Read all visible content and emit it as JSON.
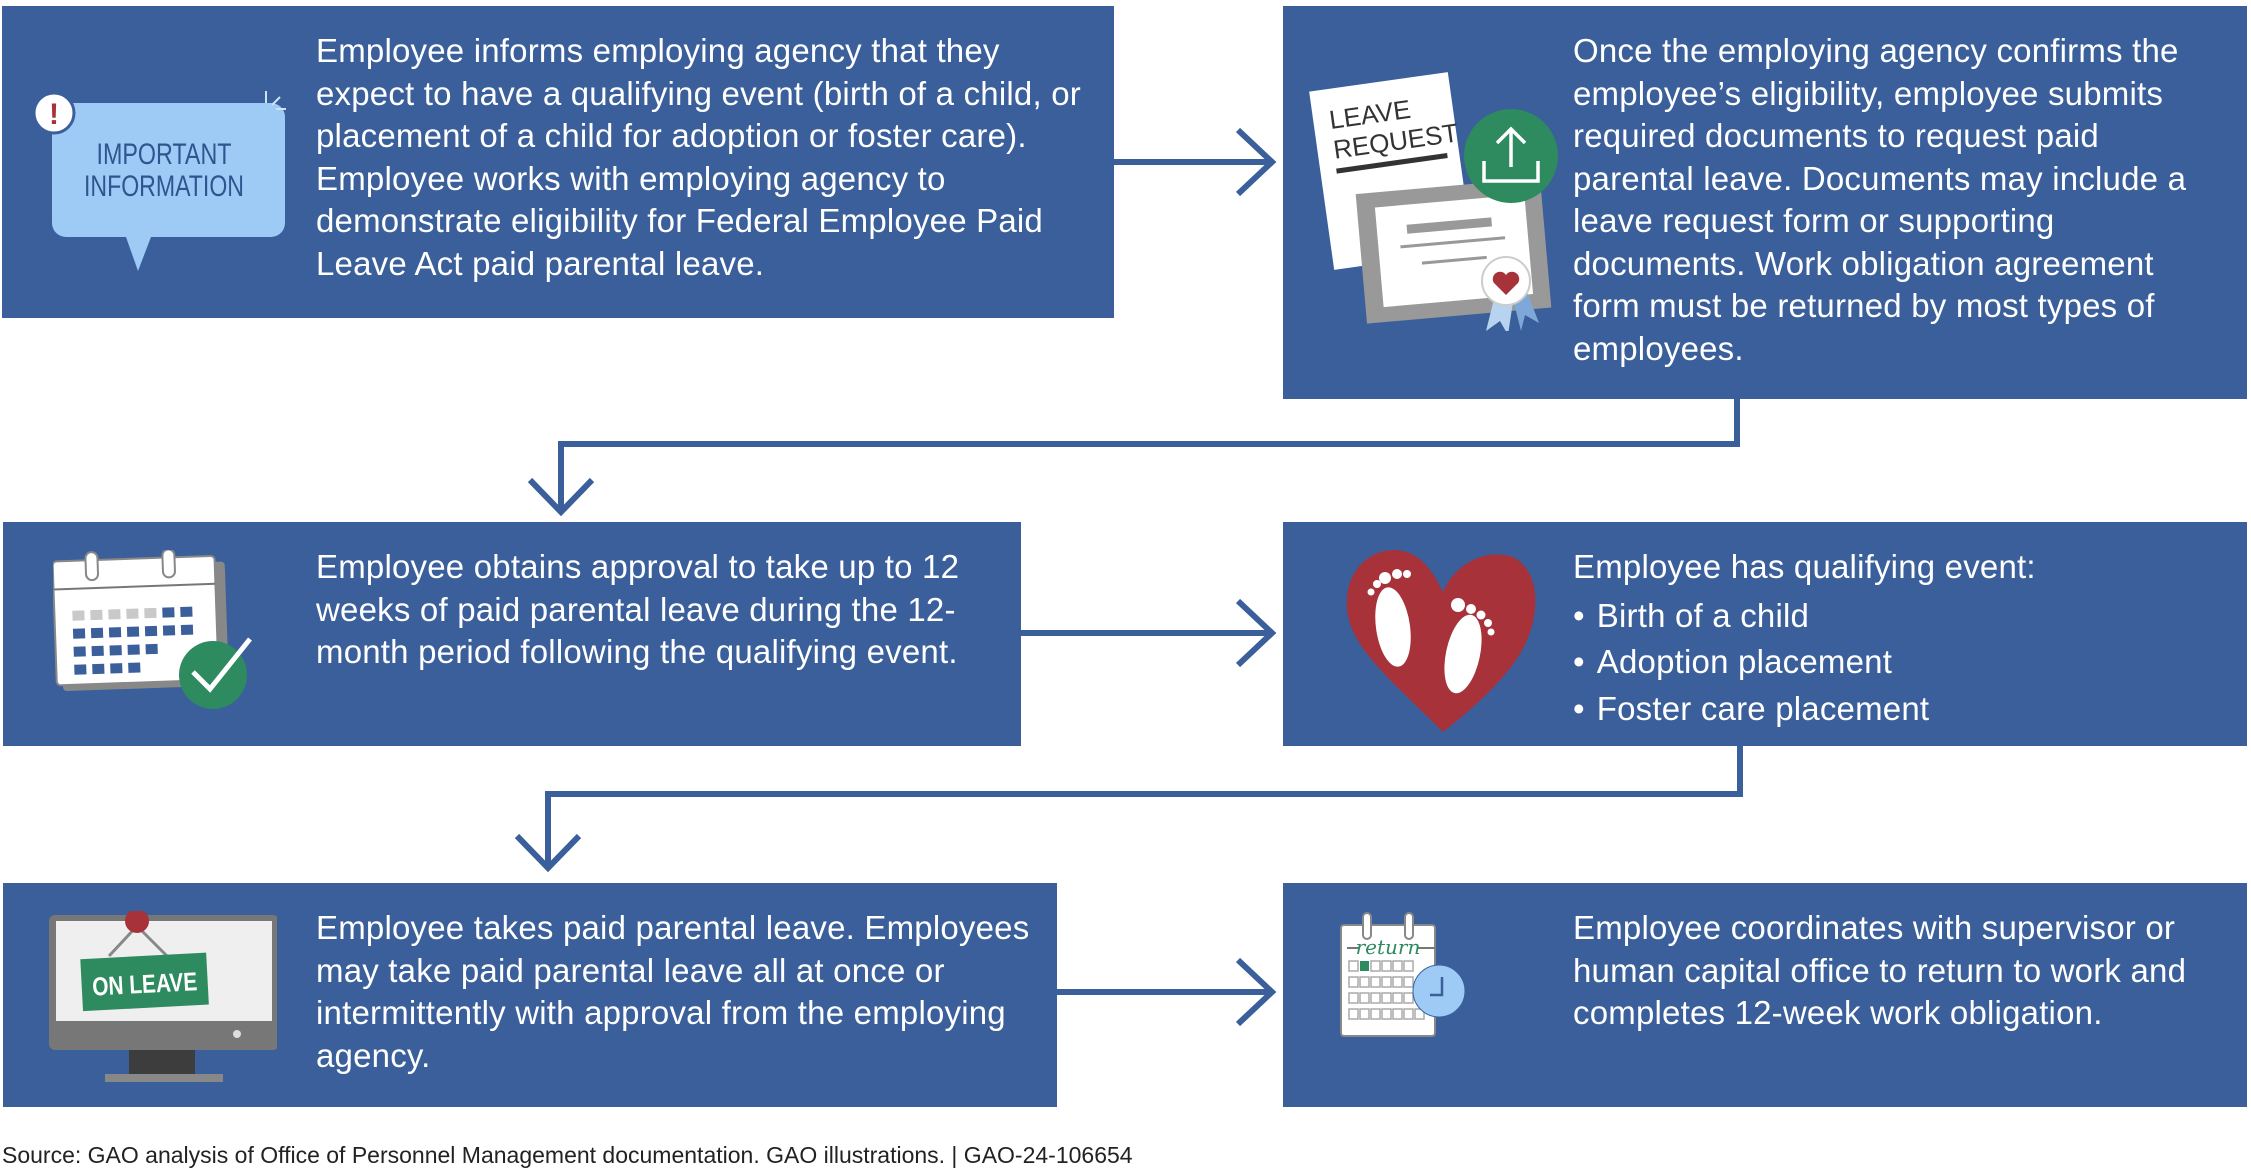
{
  "steps": [
    {
      "text": "Employee informs employing agency that they expect to have a qualifying event (birth of a child, or placement of a child for adoption or foster care). Employee works with employing agency to demonstrate eligibility for Federal Employee Paid Leave Act paid parental leave.",
      "icon_label_1": "IMPORTANT",
      "icon_label_2": "INFORMATION",
      "icon_badge": "!"
    },
    {
      "text": "Once the employing agency confirms the employee’s eligibility, employee submits required documents to request paid parental leave. Documents may include a leave request form or supporting documents. Work obligation agreement form must be returned by most types of employees.",
      "icon_label_1": "LEAVE",
      "icon_label_2": "REQUEST"
    },
    {
      "text": "Employee obtains approval to take up to 12 weeks of paid parental leave during the 12-month period following the qualifying event."
    },
    {
      "text": "Employee has qualifying event:",
      "bullets": [
        "Birth of a child",
        "Adoption placement",
        "Foster care placement"
      ]
    },
    {
      "text": "Employee takes paid parental leave. Employees may take paid parental leave all at once or intermittently with approval from the employing agency.",
      "icon_label_1": "ON LEAVE"
    },
    {
      "text": "Employee coordinates with supervisor or human capital office to return to work and completes 12-week work obligation.",
      "icon_label_1": "return"
    }
  ],
  "source": "Source: GAO analysis of Office of Personnel Management documentation. GAO illustrations.  |  GAO-24-106654",
  "colors": {
    "box": "#3a5f9b",
    "green": "#2e8a5f",
    "red": "#a83239",
    "light_blue": "#9ecbf5"
  }
}
